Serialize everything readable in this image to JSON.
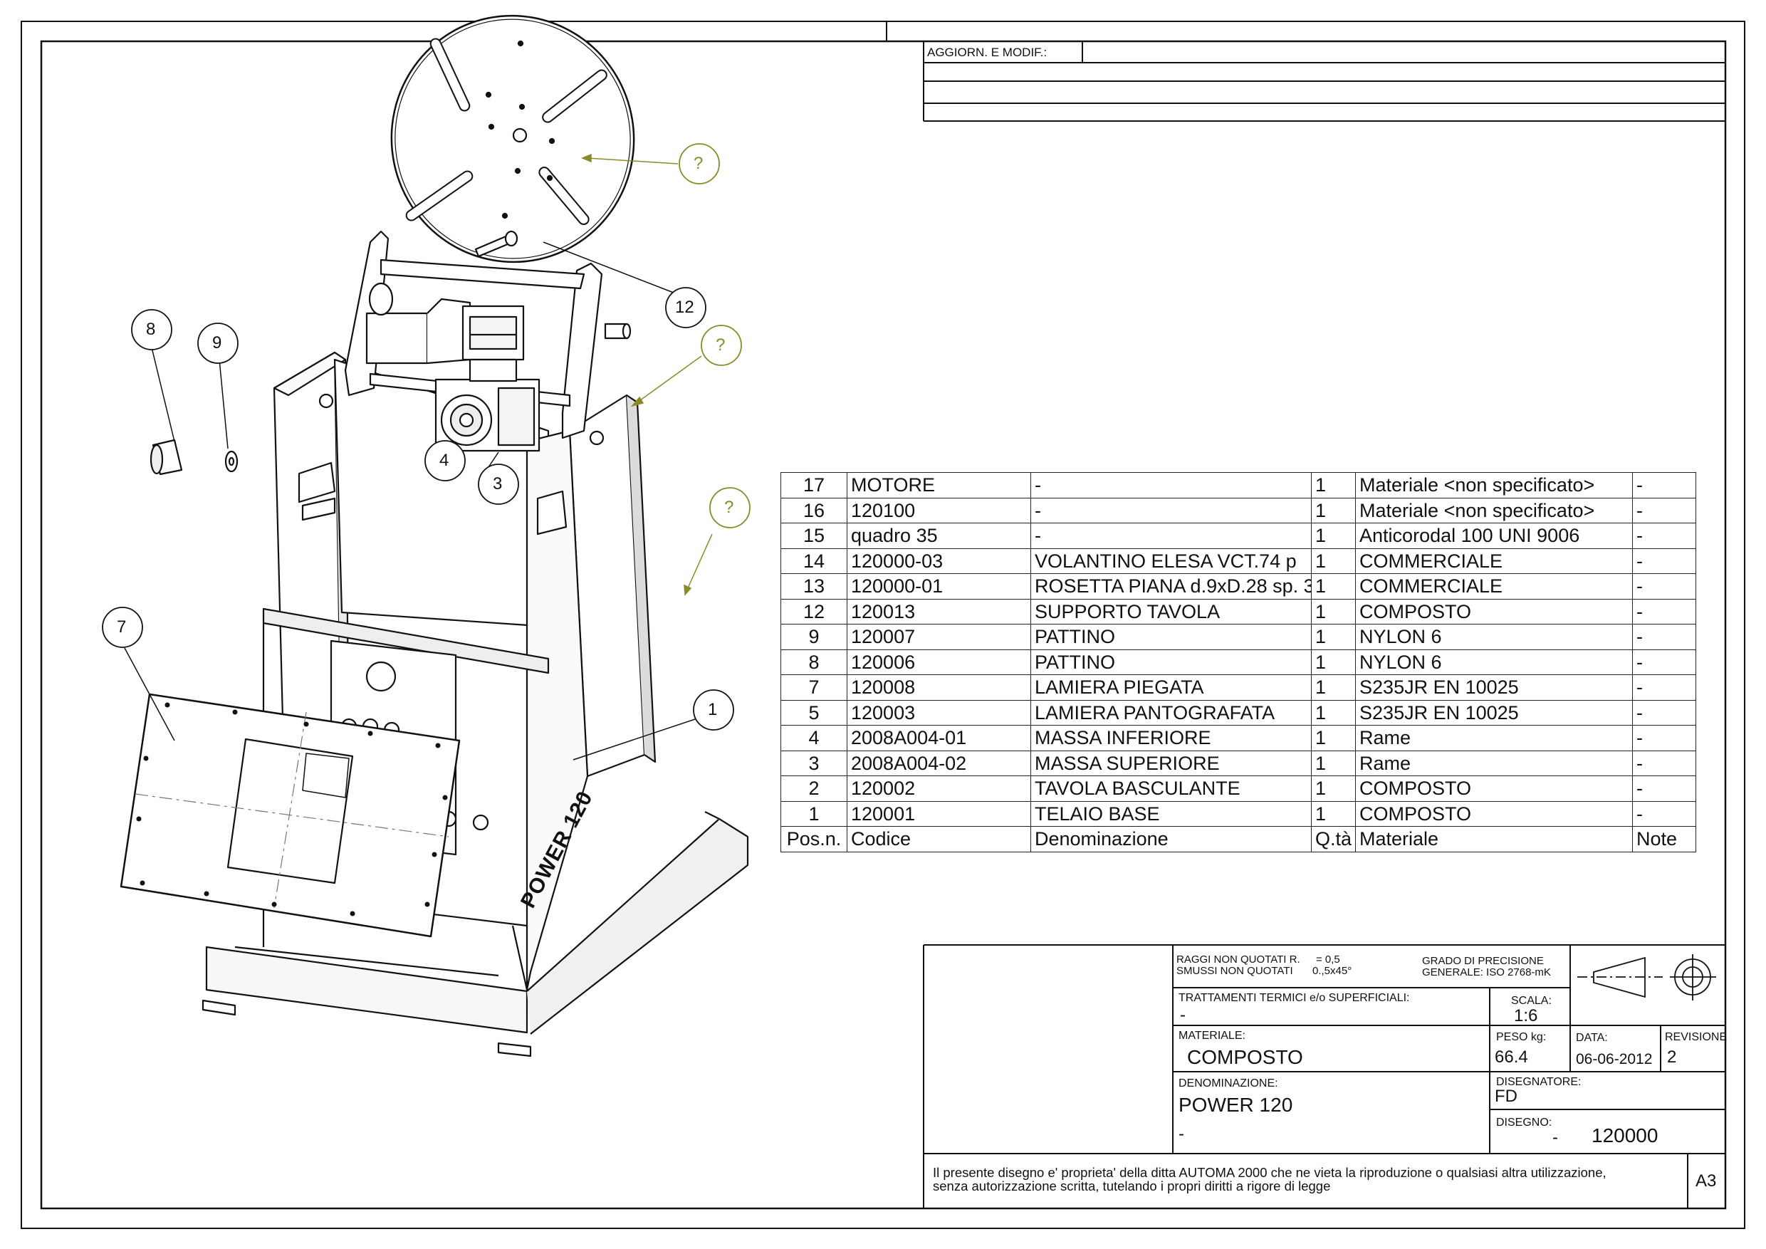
{
  "revisions_block": {
    "label": "AGGIORN. E MODIF.:"
  },
  "balloons": [
    "1",
    "3",
    "4",
    "7",
    "8",
    "9",
    "12",
    "?",
    "?",
    "?"
  ],
  "product_marking": "POWER 120",
  "bom": {
    "headers": [
      "Pos.n.",
      "Codice",
      "Denominazione",
      "Q.tà",
      "Materiale",
      "Note"
    ],
    "rows": [
      [
        "17",
        "MOTORE",
        "-",
        "1",
        "Materiale <non specificato>",
        "-"
      ],
      [
        "16",
        "120100",
        "-",
        "1",
        "Materiale <non specificato>",
        "-"
      ],
      [
        "15",
        "quadro 35",
        "-",
        "1",
        "Anticorodal 100 UNI 9006",
        "-"
      ],
      [
        "14",
        "120000-03",
        "VOLANTINO ELESA VCT.74 p",
        "1",
        "COMMERCIALE",
        "-"
      ],
      [
        "13",
        "120000-01",
        "ROSETTA PIANA d.9xD.28 sp. 3",
        "1",
        "COMMERCIALE",
        "-"
      ],
      [
        "12",
        "120013",
        "SUPPORTO TAVOLA",
        "1",
        "COMPOSTO",
        "-"
      ],
      [
        "9",
        "120007",
        "PATTINO",
        "1",
        "NYLON 6",
        "-"
      ],
      [
        "8",
        "120006",
        "PATTINO",
        "1",
        "NYLON 6",
        "-"
      ],
      [
        "7",
        "120008",
        "LAMIERA PIEGATA",
        "1",
        "S235JR EN 10025",
        "-"
      ],
      [
        "5",
        "120003",
        "LAMIERA PANTOGRAFATA",
        "1",
        "S235JR EN 10025",
        "-"
      ],
      [
        "4",
        "2008A004-01",
        "MASSA INFERIORE",
        "1",
        "Rame",
        "-"
      ],
      [
        "3",
        "2008A004-02",
        "MASSA SUPERIORE",
        "1",
        "Rame",
        "-"
      ],
      [
        "2",
        "120002",
        "TAVOLA BASCULANTE",
        "1",
        "COMPOSTO",
        "-"
      ],
      [
        "1",
        "120001",
        "TELAIO BASE",
        "1",
        "COMPOSTO",
        "-"
      ]
    ]
  },
  "title_block": {
    "raggi_label": "RAGGI NON QUOTATI R.",
    "raggi_value": "= 0,5",
    "smussi_label": "SMUSSI NON QUOTATI",
    "smussi_value": "0.,5x45°",
    "precisione_label": "GRADO DI PRECISIONE",
    "precisione_value": "GENERALE: ISO 2768-mK",
    "trattamenti_label": "TRATTAMENTI TERMICI e/o SUPERFICIALI:",
    "trattamenti_value": "-",
    "scala_label": "SCALA:",
    "scala_value": "1:6",
    "materiale_label": "MATERIALE:",
    "materiale_value": "COMPOSTO",
    "peso_label": "PESO kg:",
    "peso_value": "66.4",
    "data_label": "DATA:",
    "data_value": "06-06-2012",
    "revisione_label": "REVISIONE",
    "revisione_value": "2",
    "denominazione_label": "DENOMINAZIONE:",
    "denominazione_value": "POWER 120",
    "denominazione_sub": "-",
    "disegnatore_label": "DISEGNATORE:",
    "disegnatore_value": "FD",
    "disegno_label": "DISEGNO:",
    "disegno_prefix": "-",
    "disegno_value": "120000",
    "ownership_line1": "Il presente disegno e' proprieta' della ditta AUTOMA 2000 che ne vieta la riproduzione o qualsiasi altra utilizzazione,",
    "ownership_line2": "senza autorizzazione scritta, tutelando i propri diritti a rigore di legge",
    "format": "A3"
  },
  "colors": {
    "line": "#111111",
    "balloon_unknown": "#8a8a2a"
  }
}
